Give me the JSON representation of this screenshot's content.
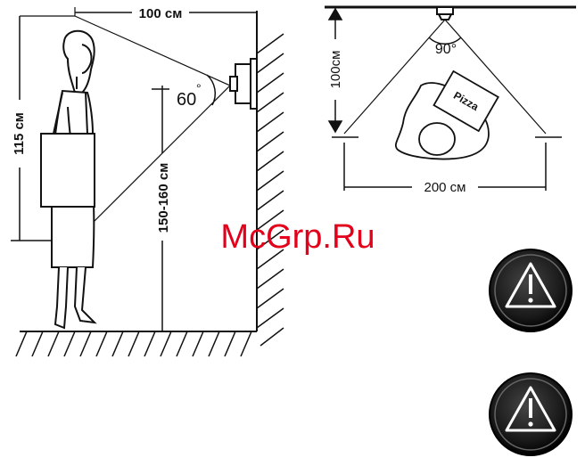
{
  "figure1": {
    "width_label": "100 см",
    "eye_height_label": "115 см",
    "angle_label": "60",
    "degree_symbol": "°",
    "mount_height_label": "150-160 см"
  },
  "figure2": {
    "height_label": "100см",
    "angle_label": "90°",
    "width_label": "200 см",
    "box_label": "Pizza"
  },
  "watermark": "McGrp.Ru",
  "warning_icon_count": 2,
  "colors": {
    "line": "#111111",
    "watermark": "#e2001a",
    "icon_fill": "#111111",
    "icon_symbol": "#ffffff"
  }
}
